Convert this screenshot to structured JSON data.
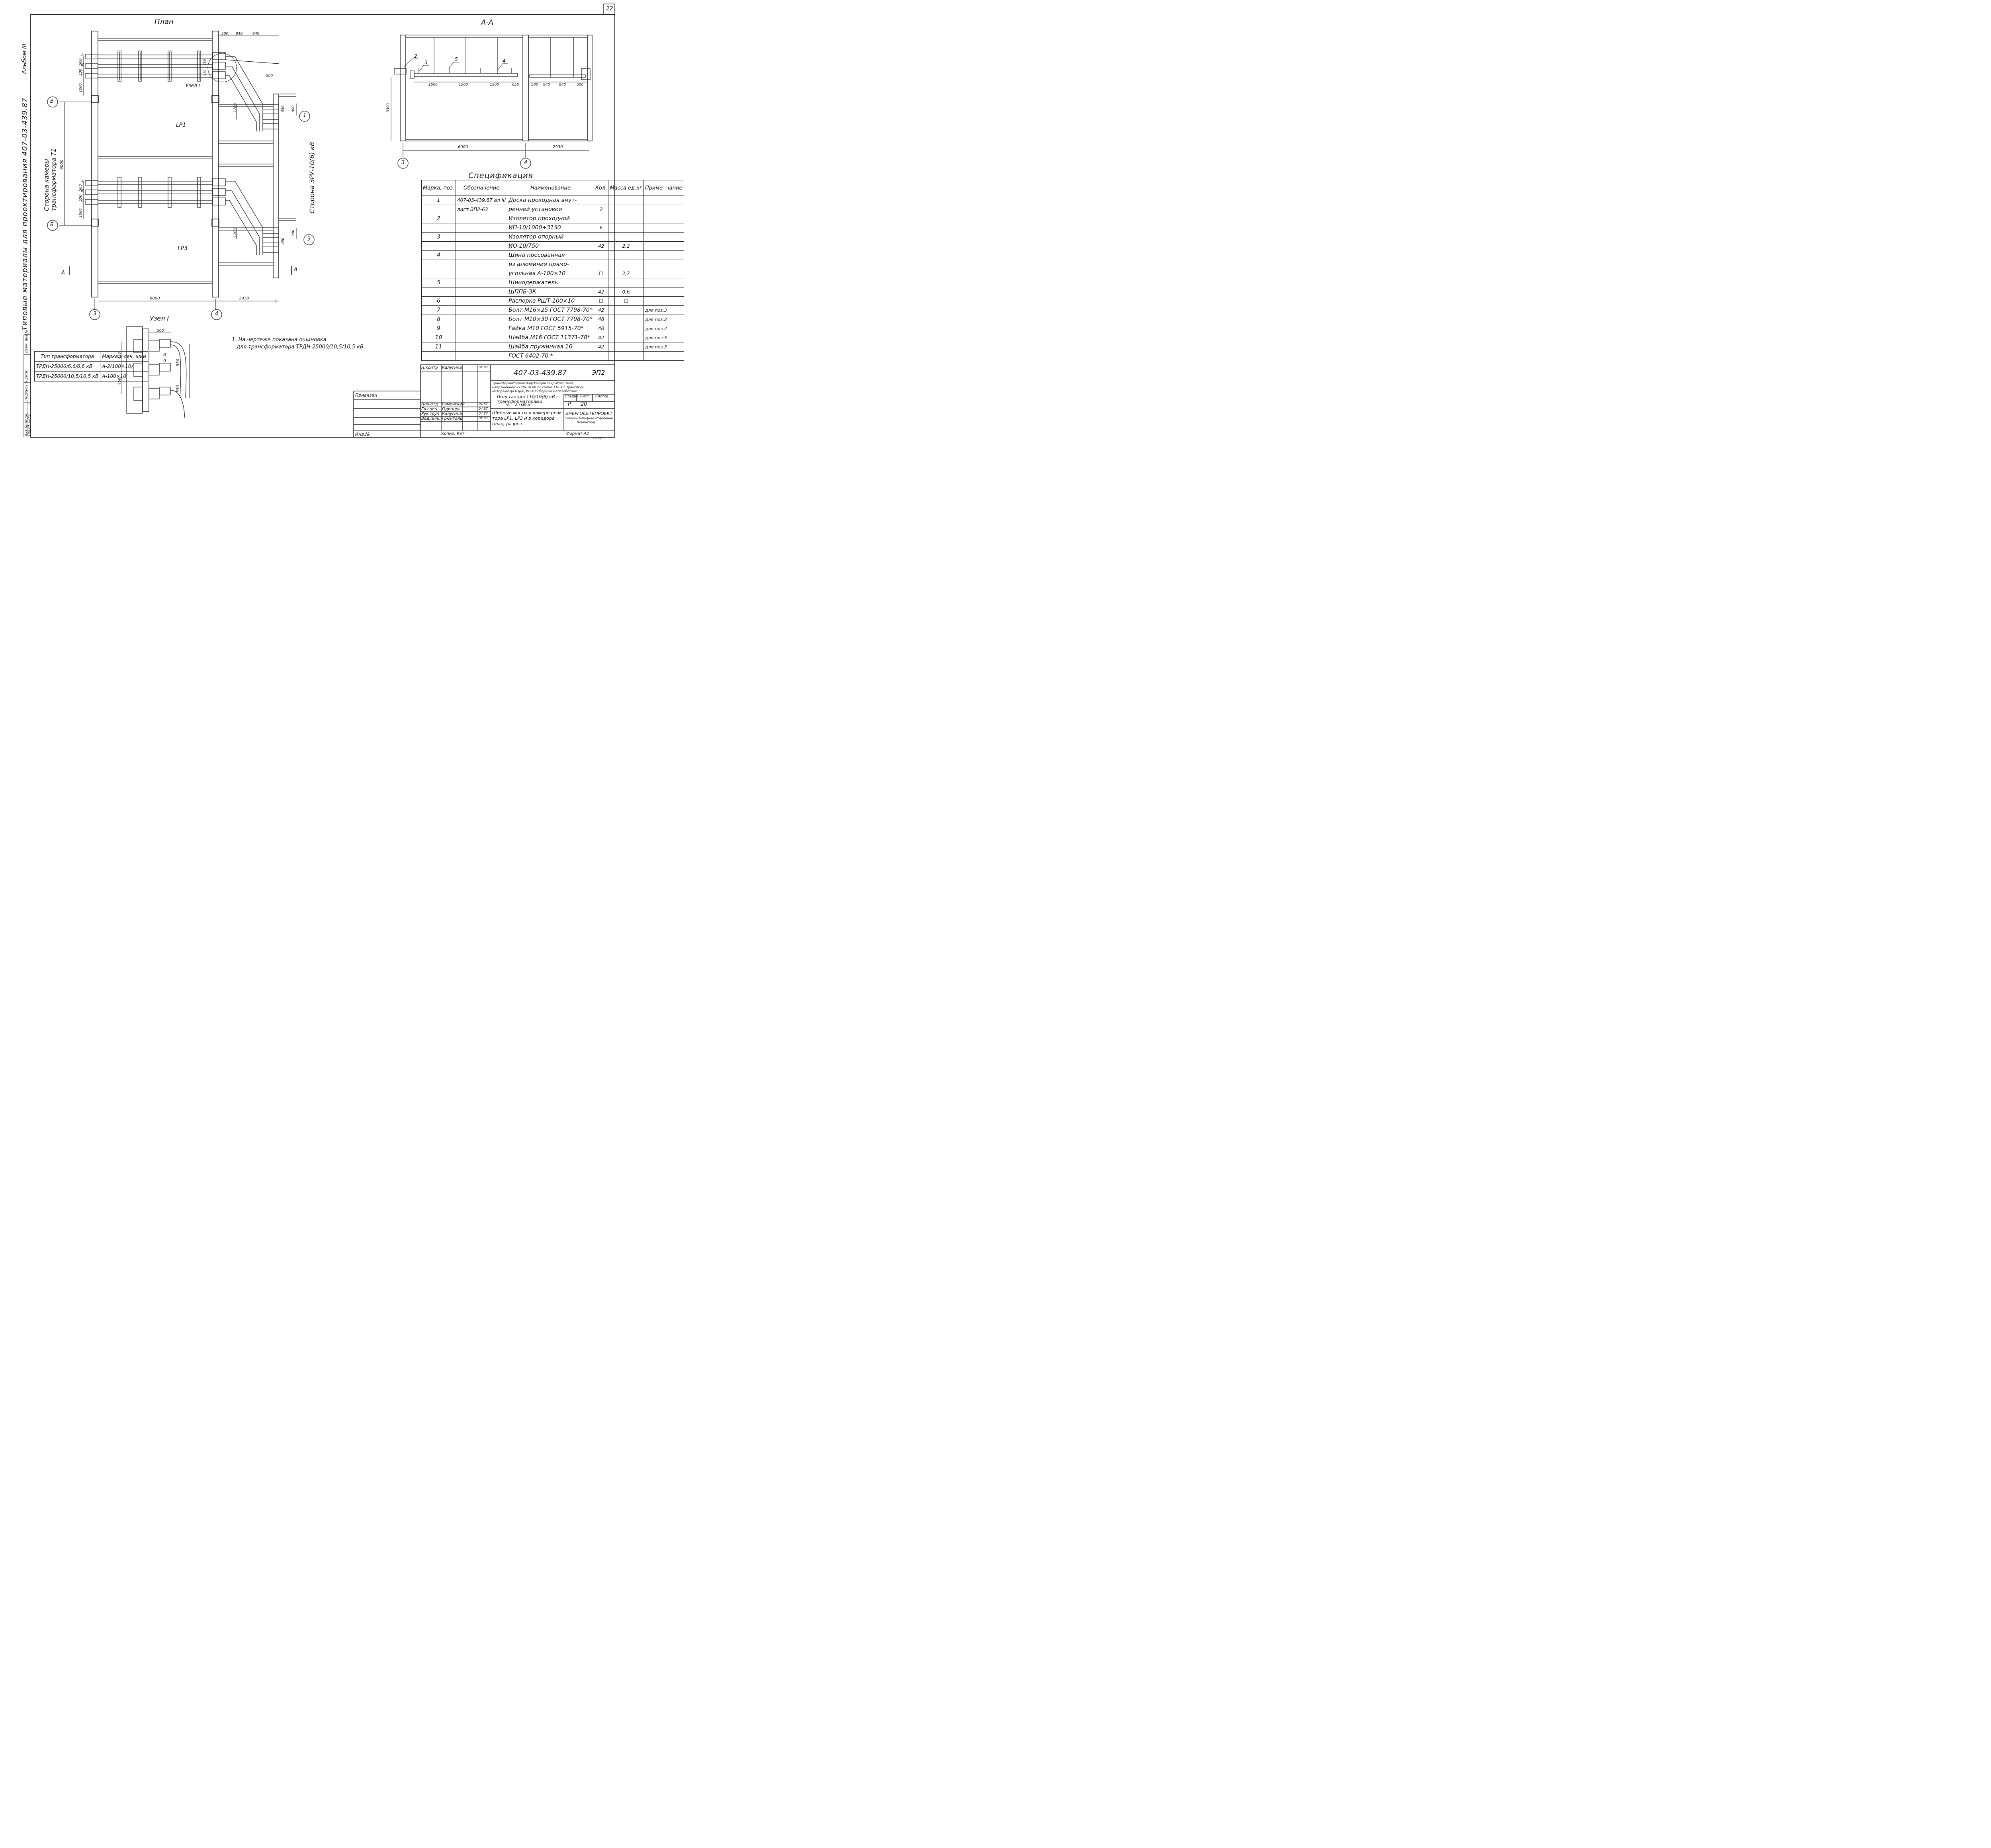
{
  "sheet_number": "22.",
  "album_label": "Альбом III",
  "side_label": "Типовые материалы для проектирования   407-03-439.87",
  "views": {
    "plan_title": "План",
    "section_title": "А-А",
    "node_title": "Узел I",
    "node_callout": "Узел I",
    "room_lp1": "LP1",
    "room_lp3": "LP3",
    "left_side_label_1": "Сторона камеры",
    "left_side_label_2": "трансформатора Т1",
    "right_side_label": "Сторона ЗРУ-10(6) кВ",
    "section_mark_left": "А",
    "section_mark_right": "А"
  },
  "axes": {
    "b": "В",
    "be": "Б",
    "three": "3",
    "four": "4",
    "one": "1",
    "three_right": "3"
  },
  "dimensions": {
    "plan_bottom_6000": "6000",
    "plan_bottom_2930": "2930",
    "plan_left_6000": "6000",
    "plan_top_500": "500",
    "plan_top_840a": "840",
    "plan_top_840b": "840",
    "plan_500_mid": "500",
    "plan_500a": "500",
    "plan_500b": "500",
    "plan_1000a": "1000",
    "plan_500c": "500",
    "plan_500d": "500",
    "plan_1000b": "1000",
    "plan_1200a": "1200",
    "plan_1200b": "1200",
    "plan_450a": "450",
    "plan_450b": "450",
    "plan_900a": "900",
    "plan_900b": "900",
    "plan_450_inner": "450",
    "plan_470": "470",
    "sec_1500a": "1500",
    "sec_1500b": "1500",
    "sec_1500c": "1500",
    "sec_650": "650",
    "sec_500a": "500",
    "sec_840a": "840",
    "sec_840b": "840",
    "sec_500b": "500",
    "sec_3300": "3300",
    "sec_6000": "6000",
    "sec_2930": "2930",
    "node_500": "500",
    "node_450a": "450",
    "node_450b": "450",
    "node_550a": "550",
    "node_550b": "550"
  },
  "phases": {
    "a": "A",
    "b": "B",
    "c": "C"
  },
  "callouts": {
    "p2": "2",
    "p3": "3",
    "p4": "4",
    "p5": "5",
    "p8": "8",
    "p9": "9"
  },
  "spec": {
    "title": "Спецификация",
    "headers": {
      "mark": "Марка, поз.",
      "designation": "Обозначение",
      "name": "Наименование",
      "qty": "Кол.",
      "mass": "Масса ед.кг",
      "note": "Приме- чание"
    },
    "rows": [
      {
        "mark": "1",
        "designation": "407-03-439.87 ал III",
        "name": "Доска проходная внут-",
        "qty": "",
        "mass": "",
        "note": ""
      },
      {
        "mark": "",
        "designation": "лист ЭП2-63",
        "name": "ренней установки",
        "qty": "2",
        "mass": "",
        "note": ""
      },
      {
        "mark": "2",
        "designation": "",
        "name": "Изолятор проходной",
        "qty": "",
        "mass": "",
        "note": ""
      },
      {
        "mark": "",
        "designation": "",
        "name": "ИП-10/1000÷3150",
        "qty": "6",
        "mass": "",
        "note": ""
      },
      {
        "mark": "3",
        "designation": "",
        "name": "Изолятор опорный",
        "qty": "",
        "mass": "",
        "note": ""
      },
      {
        "mark": "",
        "designation": "",
        "name": "ИО-10/750",
        "qty": "42",
        "mass": "2,2",
        "note": ""
      },
      {
        "mark": "4",
        "designation": "",
        "name": "Шина пресованная",
        "qty": "",
        "mass": "",
        "note": ""
      },
      {
        "mark": "",
        "designation": "",
        "name": "из алюминия прямо-",
        "qty": "",
        "mass": "",
        "note": ""
      },
      {
        "mark": "",
        "designation": "",
        "name": "угольная А-100×10",
        "qty": "☐",
        "mass": "2,7",
        "note": ""
      },
      {
        "mark": "5",
        "designation": "",
        "name": "Шинодержатель",
        "qty": "",
        "mass": "",
        "note": ""
      },
      {
        "mark": "",
        "designation": "",
        "name": "ШППБ-ЗК",
        "qty": "42",
        "mass": "0,6",
        "note": ""
      },
      {
        "mark": "6",
        "designation": "",
        "name": "Распорка РШТ-100×10",
        "qty": "☐",
        "mass": "☐",
        "note": ""
      },
      {
        "mark": "7",
        "designation": "",
        "name": "Болт М16×25 ГОСТ 7798-70*",
        "qty": "42",
        "mass": "",
        "note": "для поз.3"
      },
      {
        "mark": "8",
        "designation": "",
        "name": "Болт М10×30 ГОСТ 7798-70*",
        "qty": "48",
        "mass": "",
        "note": "для поз.2"
      },
      {
        "mark": "9",
        "designation": "",
        "name": "Гайка М10 ГОСТ 5915-70*",
        "qty": "48",
        "mass": "",
        "note": "для поз.2"
      },
      {
        "mark": "10",
        "designation": "",
        "name": "Шайба М16 ГОСТ 11371-78*",
        "qty": "42",
        "mass": "",
        "note": "для поз.3"
      },
      {
        "mark": "11",
        "designation": "",
        "name": "Шайба пружинная 16",
        "qty": "42",
        "mass": "",
        "note": "для поз.3"
      },
      {
        "mark": "",
        "designation": "",
        "name": "ГОСТ 6402-70 *",
        "qty": "",
        "mass": "",
        "note": ""
      }
    ]
  },
  "note": {
    "line1": "1. На чертеже показана ошиновка",
    "line2": "для трансформатора ТРДН-25000/10,5/10,5 кВ"
  },
  "transformer_table": {
    "h1": "Тип трансформатора",
    "h2": "Марка и сеч. шин",
    "r1c1": "ТРДН-25000/6,6/6,6 кВ",
    "r1c2": "А-2(100×10)",
    "r2c1": "ТРДН-25000/10,5/10,5 кВ",
    "r2c2": "А-100×10"
  },
  "stamp": {
    "inv_podl": "Инв.№ подл.",
    "podpis": "Подпись и дата",
    "vzam": "Взам. инв.№",
    "inv_no": "12922тм-Т3",
    "privyazan": "Привязан",
    "inv_label": "Инв.№",
    "roles": [
      {
        "role": "Н.контр",
        "name": "Калугина",
        "date": "04.87"
      },
      {
        "role": "Нач.отд",
        "name": "Раменский",
        "date": "04.87"
      },
      {
        "role": "Гл.спец",
        "name": "Одинцов",
        "date": "04.87"
      },
      {
        "role": "Рук.груп",
        "name": "Калугина",
        "date": "04.87"
      },
      {
        "role": "Вед.инж.",
        "name": "Грюнталь",
        "date": "04.87"
      }
    ],
    "doc_code": "407-03-439.87",
    "sheet_code": "ЭП2",
    "project_1": "Трансформаторная подстанция закрытого типа",
    "project_2": "напряжением 110(6-10 кВ по схеме 110-4 с трансфор-",
    "project_3": "маторами до 63(80)МВ.А в сборном железобетоне",
    "object_1": "Подстанция 110/10(6) кВ с",
    "object_2": "трансформаторами",
    "object_3": "16 ... 80 МВ.А",
    "stage_h": "Стадия",
    "sheet_h": "Лист",
    "sheets_h": "Листов",
    "stage": "Р",
    "sheet": "20",
    "sheets": "",
    "content_1": "Шинные мосты в камере реак-",
    "content_2": "тора LP1, LP3 и в коридоре",
    "content_3": "план, разрез.",
    "org_1": "ЭНЕРГОСЕТЬПРОЕКТ",
    "org_2": "Северо-Западное отделение",
    "org_3": "Ленинград",
    "copied": "Копир. Кет",
    "format": "Формат А2",
    "code": "2238/3"
  }
}
